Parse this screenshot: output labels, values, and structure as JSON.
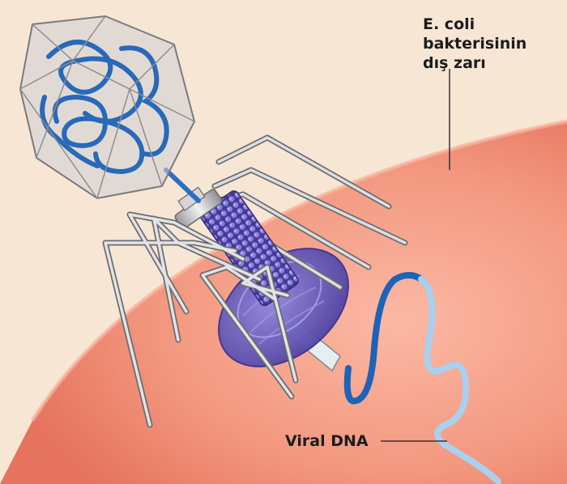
{
  "labels": {
    "membrane": [
      "E. coli",
      "bakterisinin",
      "dış zarı"
    ],
    "viral_dna": "Viral DNA"
  },
  "colors": {
    "background": "#f7e6d4",
    "bacterium": "#ee8e78",
    "dna": "#1f63b8",
    "baseplate": "#6e5fc4",
    "tail_sheath": "#4a3fa4",
    "capsid": "#c9c9cc"
  }
}
